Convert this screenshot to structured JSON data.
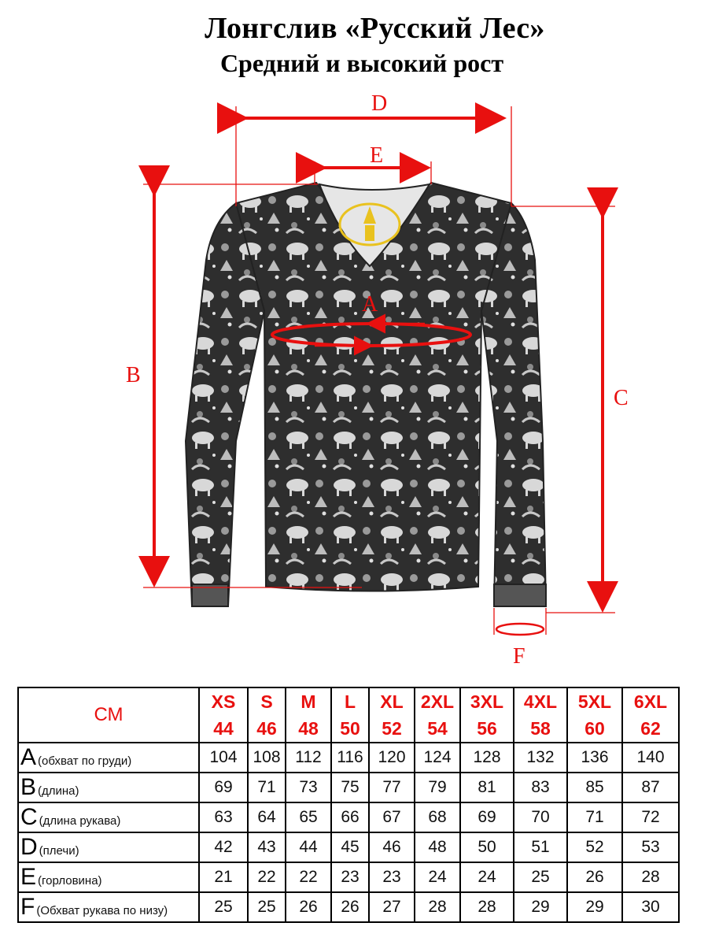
{
  "title": "Лонгслив «Русский Лес»",
  "subtitle": "Средний и высокий рост",
  "dimension_labels": {
    "A": "A",
    "B": "B",
    "C": "C",
    "D": "D",
    "E": "E",
    "F": "F"
  },
  "colors": {
    "accent": "#e8100f",
    "pattern_dark": "#2e2e2e",
    "pattern_light": "#d8d8d8",
    "collar_yellow": "#e9c21f"
  },
  "table": {
    "unit_label": "СМ",
    "sizes": [
      {
        "letter": "XS",
        "number": "44"
      },
      {
        "letter": "S",
        "number": "46"
      },
      {
        "letter": "M",
        "number": "48"
      },
      {
        "letter": "L",
        "number": "50"
      },
      {
        "letter": "XL",
        "number": "52"
      },
      {
        "letter": "2XL",
        "number": "54"
      },
      {
        "letter": "3XL",
        "number": "56"
      },
      {
        "letter": "4XL",
        "number": "58"
      },
      {
        "letter": "5XL",
        "number": "60"
      },
      {
        "letter": "6XL",
        "number": "62"
      }
    ],
    "rows": [
      {
        "letter": "A",
        "desc": "(обхват по груди)",
        "values": [
          "104",
          "108",
          "112",
          "116",
          "120",
          "124",
          "128",
          "132",
          "136",
          "140"
        ]
      },
      {
        "letter": "B",
        "desc": "(длина)",
        "values": [
          "69",
          "71",
          "73",
          "75",
          "77",
          "79",
          "81",
          "83",
          "85",
          "87"
        ]
      },
      {
        "letter": "C",
        "desc": "(длина рукава)",
        "values": [
          "63",
          "64",
          "65",
          "66",
          "67",
          "68",
          "69",
          "70",
          "71",
          "72"
        ]
      },
      {
        "letter": "D",
        "desc": "(плечи)",
        "values": [
          "42",
          "43",
          "44",
          "45",
          "46",
          "48",
          "50",
          "51",
          "52",
          "53"
        ]
      },
      {
        "letter": "E",
        "desc": "(горловина)",
        "values": [
          "21",
          "22",
          "22",
          "23",
          "23",
          "24",
          "24",
          "25",
          "26",
          "28"
        ]
      },
      {
        "letter": "F",
        "desc": "(Обхват рукава по низу)",
        "values": [
          "25",
          "25",
          "26",
          "26",
          "27",
          "28",
          "28",
          "29",
          "29",
          "30"
        ]
      }
    ]
  }
}
